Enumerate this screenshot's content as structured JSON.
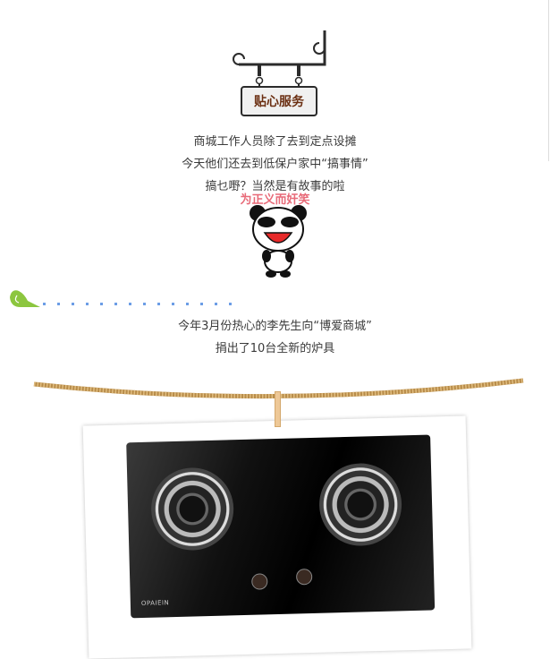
{
  "sign": {
    "title": "贴心服务"
  },
  "intro": {
    "lines": [
      "商城工作人员除了去到定点设摊",
      "今天他们还去到低保户家中“搞事情”",
      "搞乜嘢？当然是有故事的啦"
    ]
  },
  "sticker": {
    "caption": "为正义而奸笑"
  },
  "story": {
    "lines": [
      "今年3月份热心的李先生向“博爱商城”",
      "捐出了10台全新的炉具"
    ]
  },
  "photo": {
    "brand": "OPAIEIN"
  },
  "colors": {
    "sign_text": "#6b2f12",
    "dots": "#6c9de6",
    "bird": "#8cc63f",
    "rope": "#c49a55"
  }
}
